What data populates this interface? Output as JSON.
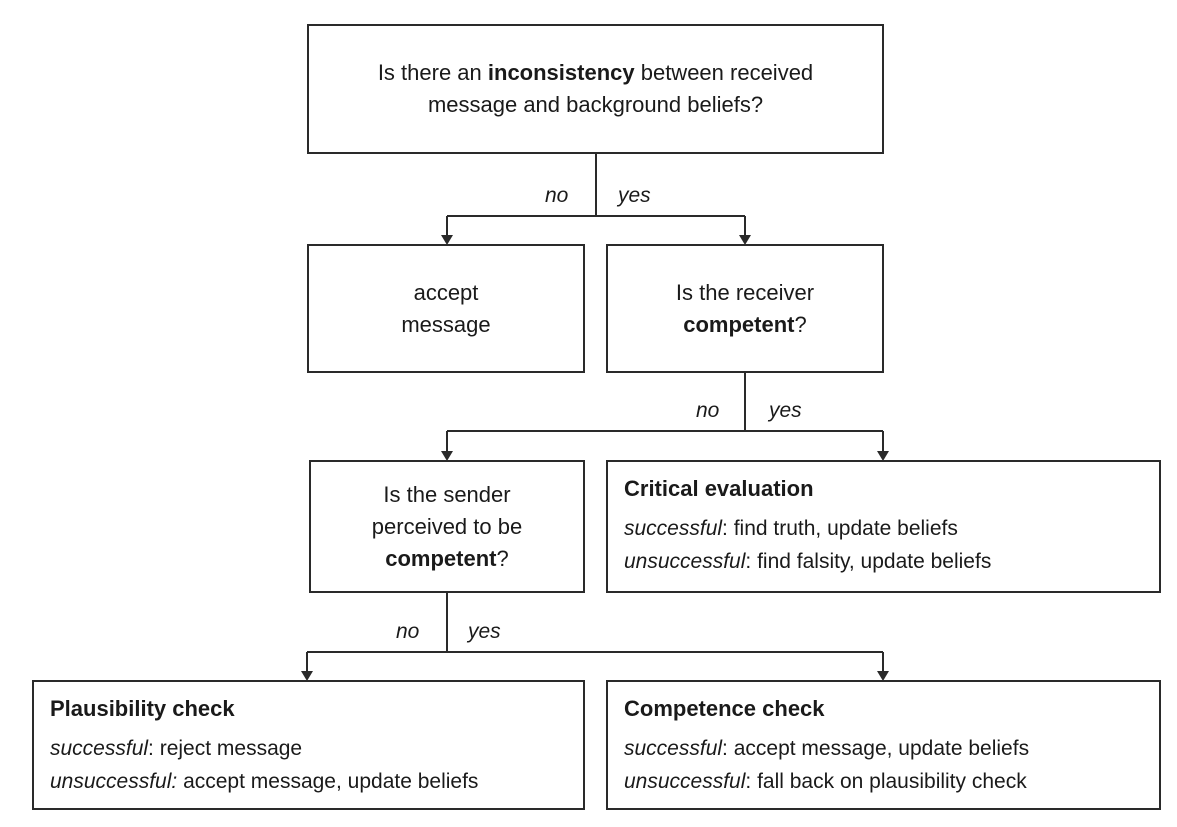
{
  "q1": {
    "pre": "Is there an ",
    "emph": "inconsistency",
    "post": " between received",
    "line2": "message and background beliefs?"
  },
  "q1_branches": {
    "no": "no",
    "yes": "yes"
  },
  "accept": {
    "line1": "accept",
    "line2": "message"
  },
  "q2": {
    "line1": "Is the receiver",
    "emph": "competent",
    "post": "?"
  },
  "q2_branches": {
    "no": "no",
    "yes": "yes"
  },
  "q3": {
    "line1": "Is the sender",
    "line2": "perceived to be",
    "emph": "competent",
    "post": "?"
  },
  "q3_branches": {
    "no": "no",
    "yes": "yes"
  },
  "critical": {
    "title": "Critical evaluation",
    "success_label": "successful",
    "success_text": ": find truth, update beliefs",
    "fail_label": "unsuccessful",
    "fail_text": ": find falsity, update beliefs"
  },
  "plausibility": {
    "title": "Plausibility check",
    "success_label": "successful",
    "success_text": ": reject message",
    "fail_label": "unsuccessful:",
    "fail_text": " accept message, update beliefs"
  },
  "competence": {
    "title": "Competence check",
    "success_label": "successful",
    "success_text": ": accept message, update beliefs",
    "fail_label": "unsuccessful",
    "fail_text": ": fall back on plausibility check"
  },
  "colors": {
    "line": "#2a2a2a",
    "text": "#1a1a1a",
    "background": "#ffffff"
  }
}
